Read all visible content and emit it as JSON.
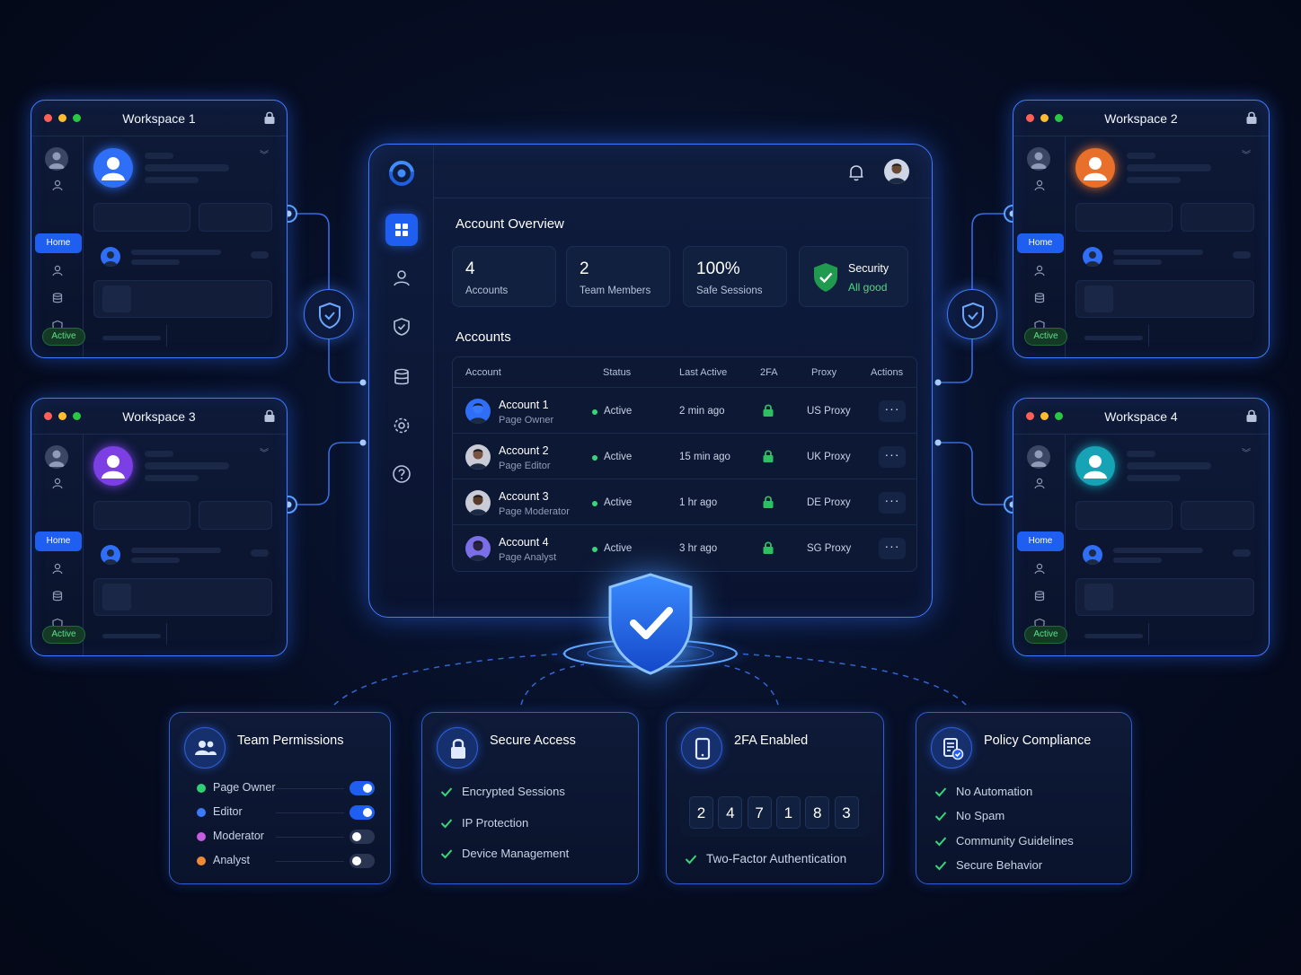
{
  "workspaces": [
    {
      "title": "Workspace 1",
      "home": "Home",
      "status": "Active",
      "avatar_color": "#2f6ef7"
    },
    {
      "title": "Workspace 2",
      "home": "Home",
      "status": "Active",
      "avatar_color": "#e8702a"
    },
    {
      "title": "Workspace 3",
      "home": "Home",
      "status": "Active",
      "avatar_color": "#7b3fe4"
    },
    {
      "title": "Workspace 4",
      "home": "Home",
      "status": "Active",
      "avatar_color": "#16a3b6"
    }
  ],
  "dashboard": {
    "overview_title": "Account Overview",
    "stats": [
      {
        "value": "4",
        "label": "Accounts"
      },
      {
        "value": "2",
        "label": "Team Members"
      },
      {
        "value": "100%",
        "label": "Safe Sessions"
      }
    ],
    "security": {
      "label": "Security",
      "status": "All good"
    },
    "accounts_title": "Accounts",
    "table": {
      "columns": [
        "Account",
        "Status",
        "Last Active",
        "2FA",
        "Proxy",
        "Actions"
      ],
      "rows": [
        {
          "name": "Account 1",
          "role": "Page Owner",
          "status": "Active",
          "last_active": "2 min ago",
          "proxy": "US Proxy",
          "action": "···"
        },
        {
          "name": "Account 2",
          "role": "Page Editor",
          "status": "Active",
          "last_active": "15 min ago",
          "proxy": "UK Proxy",
          "action": "···"
        },
        {
          "name": "Account 3",
          "role": "Page Moderator",
          "status": "Active",
          "last_active": "1 hr ago",
          "proxy": "DE Proxy",
          "action": "···"
        },
        {
          "name": "Account 4",
          "role": "Page Analyst",
          "status": "Active",
          "last_active": "3 hr ago",
          "proxy": "SG Proxy",
          "action": "···"
        }
      ]
    }
  },
  "features": {
    "team_permissions": {
      "title": "Team Permissions",
      "roles": [
        {
          "label": "Page Owner",
          "color": "#2fcf74",
          "enabled": true
        },
        {
          "label": "Editor",
          "color": "#3a7bff",
          "enabled": true
        },
        {
          "label": "Moderator",
          "color": "#c65ce0",
          "enabled": false
        },
        {
          "label": "Analyst",
          "color": "#ee8a35",
          "enabled": false
        }
      ]
    },
    "secure_access": {
      "title": "Secure Access",
      "items": [
        "Encrypted Sessions",
        "IP Protection",
        "Device Management"
      ]
    },
    "twofa": {
      "title": "2FA Enabled",
      "digits": [
        "2",
        "4",
        "7",
        "1",
        "8",
        "3"
      ],
      "caption": "Two-Factor Authentication"
    },
    "policy": {
      "title": "Policy Compliance",
      "items": [
        "No Automation",
        "No Spam",
        "Community Guidelines",
        "Secure Behavior"
      ]
    }
  },
  "colors": {
    "accent": "#2f6ef7",
    "success": "#37d67a",
    "background": "#060d22"
  }
}
